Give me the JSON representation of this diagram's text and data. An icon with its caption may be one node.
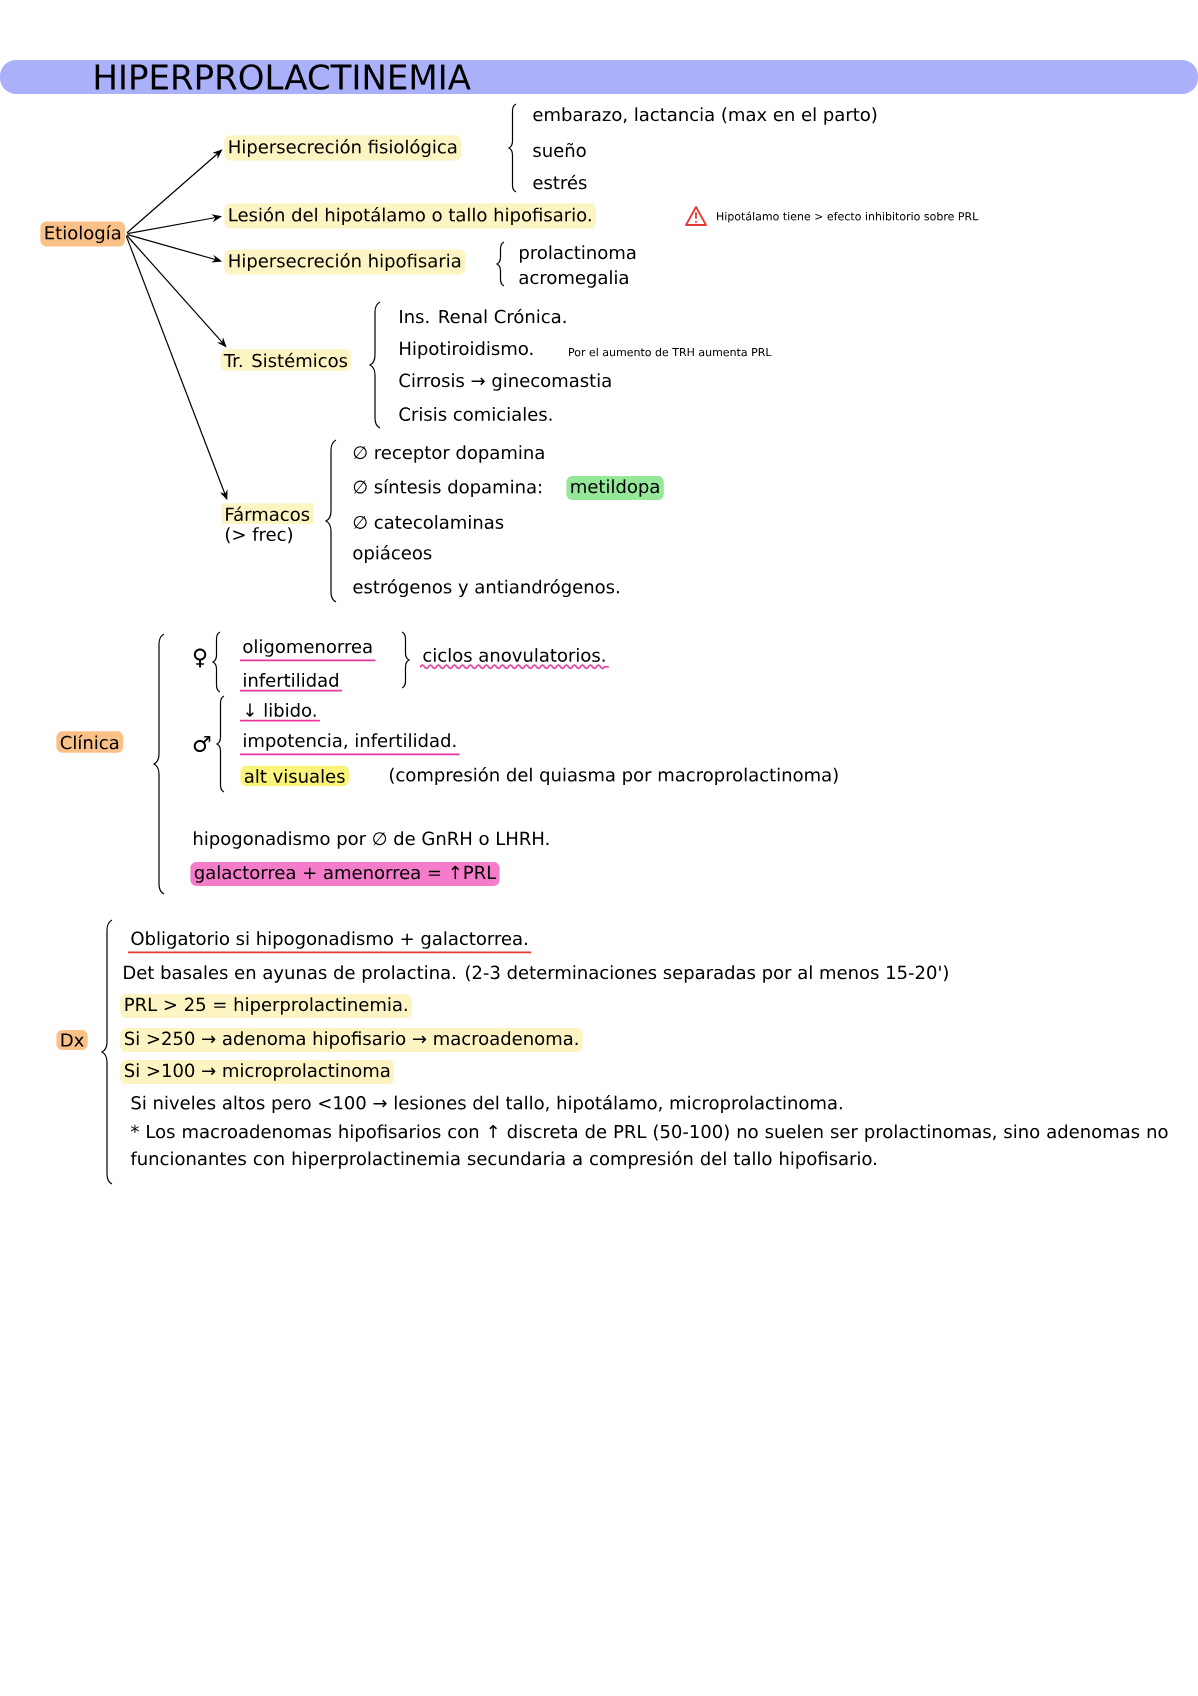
{
  "diagram": {
    "title": "HIPERPROLACTINEMIA",
    "nodes": [
      {
        "text": [
          "Etiología"
        ]
      },
      {
        "text": [
          "Hipersecreción fisiológica"
        ]
      },
      {
        "text": [
          "Lesión del hipotálamo o tallo hipofisario."
        ]
      },
      {
        "text": [
          "Hipersecreción hipofisaria"
        ]
      },
      {
        "text": [
          "Tr. Sistémicos"
        ]
      },
      {
        "text": [
          "Fármacos",
          "(> frec)"
        ]
      },
      {
        "text": [
          "metildopa"
        ]
      },
      {
        "text": [
          "Clínica"
        ]
      },
      {
        "text": [
          "alt visuales"
        ]
      },
      {
        "text": [
          "galactorrea + amenorrea = ↑PRL"
        ]
      },
      {
        "text": [
          "Dx"
        ]
      },
      {
        "text": [
          "PRL > 25 = hiperprolactinemia."
        ]
      },
      {
        "text": [
          "Si >250 → adenoma hipofisario → macroadenoma."
        ]
      },
      {
        "text": [
          "Si >100 → microprolactinoma"
        ]
      }
    ],
    "edges": [
      {
        "from": 0,
        "to": 1,
        "arrow": "to"
      },
      {
        "from": 0,
        "to": 2,
        "arrow": "to"
      },
      {
        "from": 0,
        "to": 3,
        "arrow": "to"
      },
      {
        "from": 0,
        "to": 4,
        "arrow": "to"
      },
      {
        "from": 0,
        "to": 5,
        "arrow": "to"
      }
    ],
    "labels": [
      "embarazo, lactancia (max en el parto)",
      "sueño",
      "estrés",
      "Hipotálamo tiene > efecto inhibitorio sobre PRL",
      "prolactinoma",
      "acromegalia",
      "Ins. Renal Crónica.",
      "Hipotiroidismo.",
      "Por el aumento de TRH aumenta PRL",
      "Cirrosis → ginecomastia",
      "Crisis comiciales.",
      "∅ receptor dopamina",
      "∅ síntesis dopamina:",
      "∅ catecolaminas",
      "opiáceos",
      "estrógenos y antiandrógenos.",
      "♀",
      "oligomenorrea",
      "infertilidad",
      "ciclos anovulatorios.",
      "♂",
      "↓ libido.",
      "impotencia, infertilidad.",
      "(compresión del quiasma por macroprolactinoma)",
      "hipogonadismo por ∅ de GnRH o LHRH.",
      "Obligatorio si hipogonadismo + galactorrea.",
      "Det basales en ayunas de prolactina. (2-3 determinaciones separadas por al menos 15-20')",
      "Si niveles altos pero <100 → lesiones del tallo, hipotálamo, microprolactinoma.",
      "* Los macroadenomas hipofisarios con ↑ discreta de PRL (50-100) no suelen ser prolactinomas, sino adenomas no funcionantes con hiperprolactinemia secundaria a compresión del tallo hipofisario."
    ]
  }
}
